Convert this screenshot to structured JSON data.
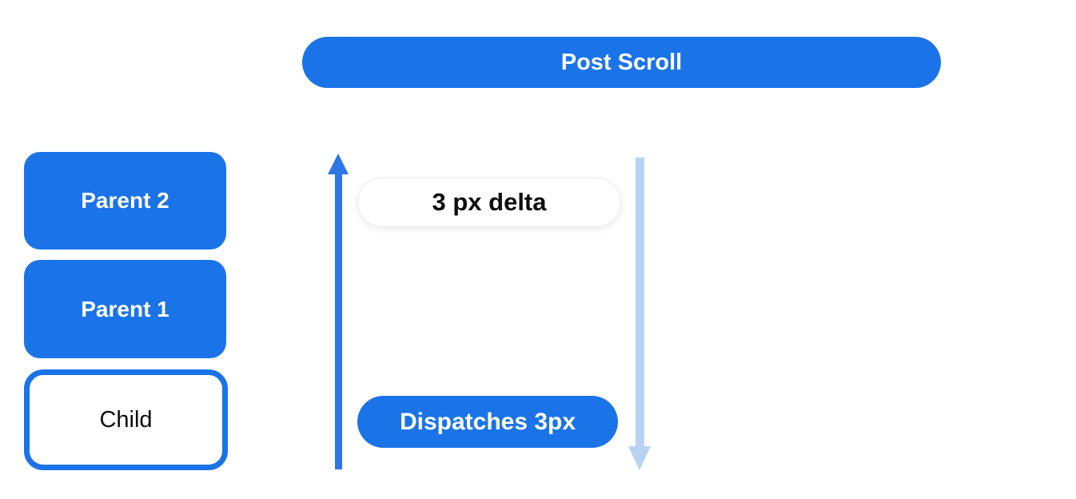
{
  "header": {
    "label": "Post Scroll"
  },
  "hierarchy": {
    "nodes": [
      {
        "label": "Parent 2",
        "style": "filled"
      },
      {
        "label": "Parent 1",
        "style": "filled"
      },
      {
        "label": "Child",
        "style": "outlined"
      }
    ]
  },
  "flow": {
    "delta_label": "3 px delta",
    "dispatch_label": "Dispatches 3px",
    "icons": {
      "up": "up-arrow",
      "down": "down-arrow"
    }
  },
  "colors": {
    "primary_blue": "#1b73e8",
    "arrow_blue": "#2d76e3",
    "light_blue": "#b9d2f3",
    "text_dark": "#0d0d0d",
    "white": "#ffffff"
  }
}
